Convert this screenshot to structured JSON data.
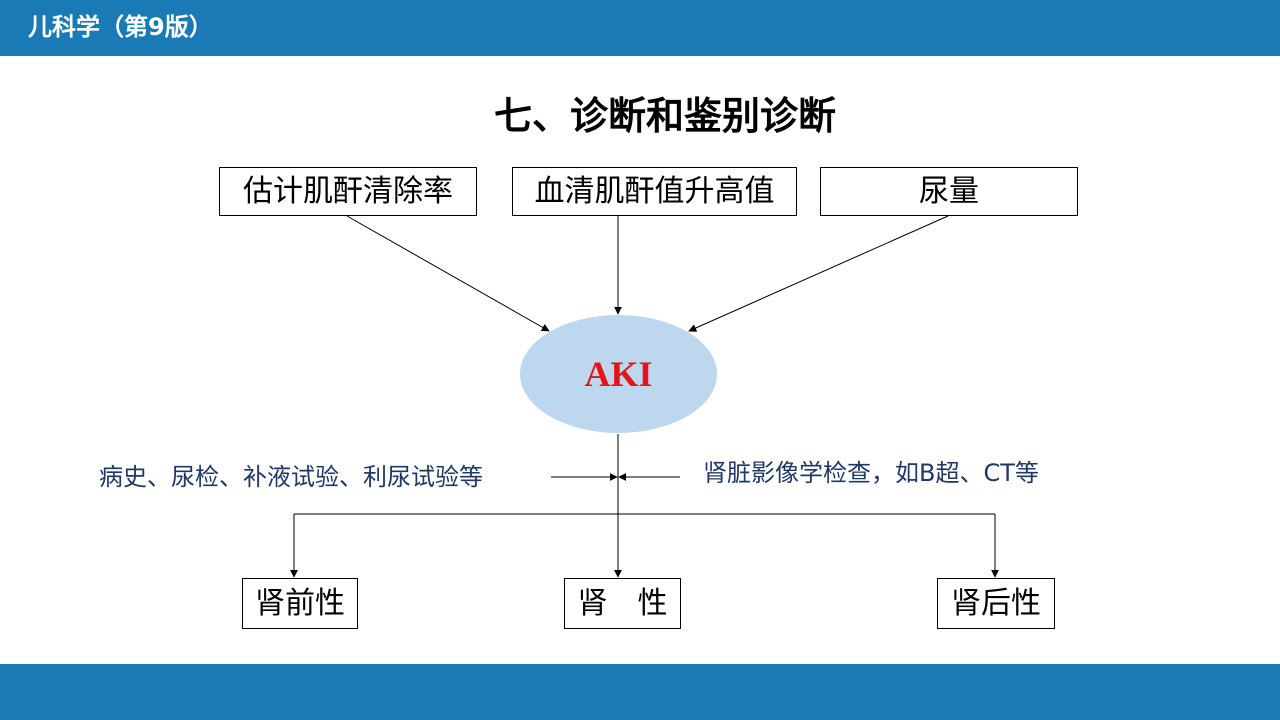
{
  "header": {
    "title": "儿科学（第9版）"
  },
  "slide": {
    "title": "七、诊断和鉴别诊断"
  },
  "criteria": {
    "egfr": "估计肌酐清除率",
    "scr": "血清肌酐值升高值",
    "urine": "尿量"
  },
  "center": {
    "label": "AKI"
  },
  "evaluations": {
    "left": "病史、尿检、补液试验、利尿试验等",
    "right": "肾脏影像学检查，如B超、CT等"
  },
  "categories": {
    "prerenal": "肾前性",
    "renal": "肾　性",
    "postrenal": "肾后性"
  },
  "colors": {
    "bar": "#1a7ab5",
    "ellipse": "#bdd7ee",
    "aki_text": "#e3151a",
    "side_text": "#1f3864"
  }
}
